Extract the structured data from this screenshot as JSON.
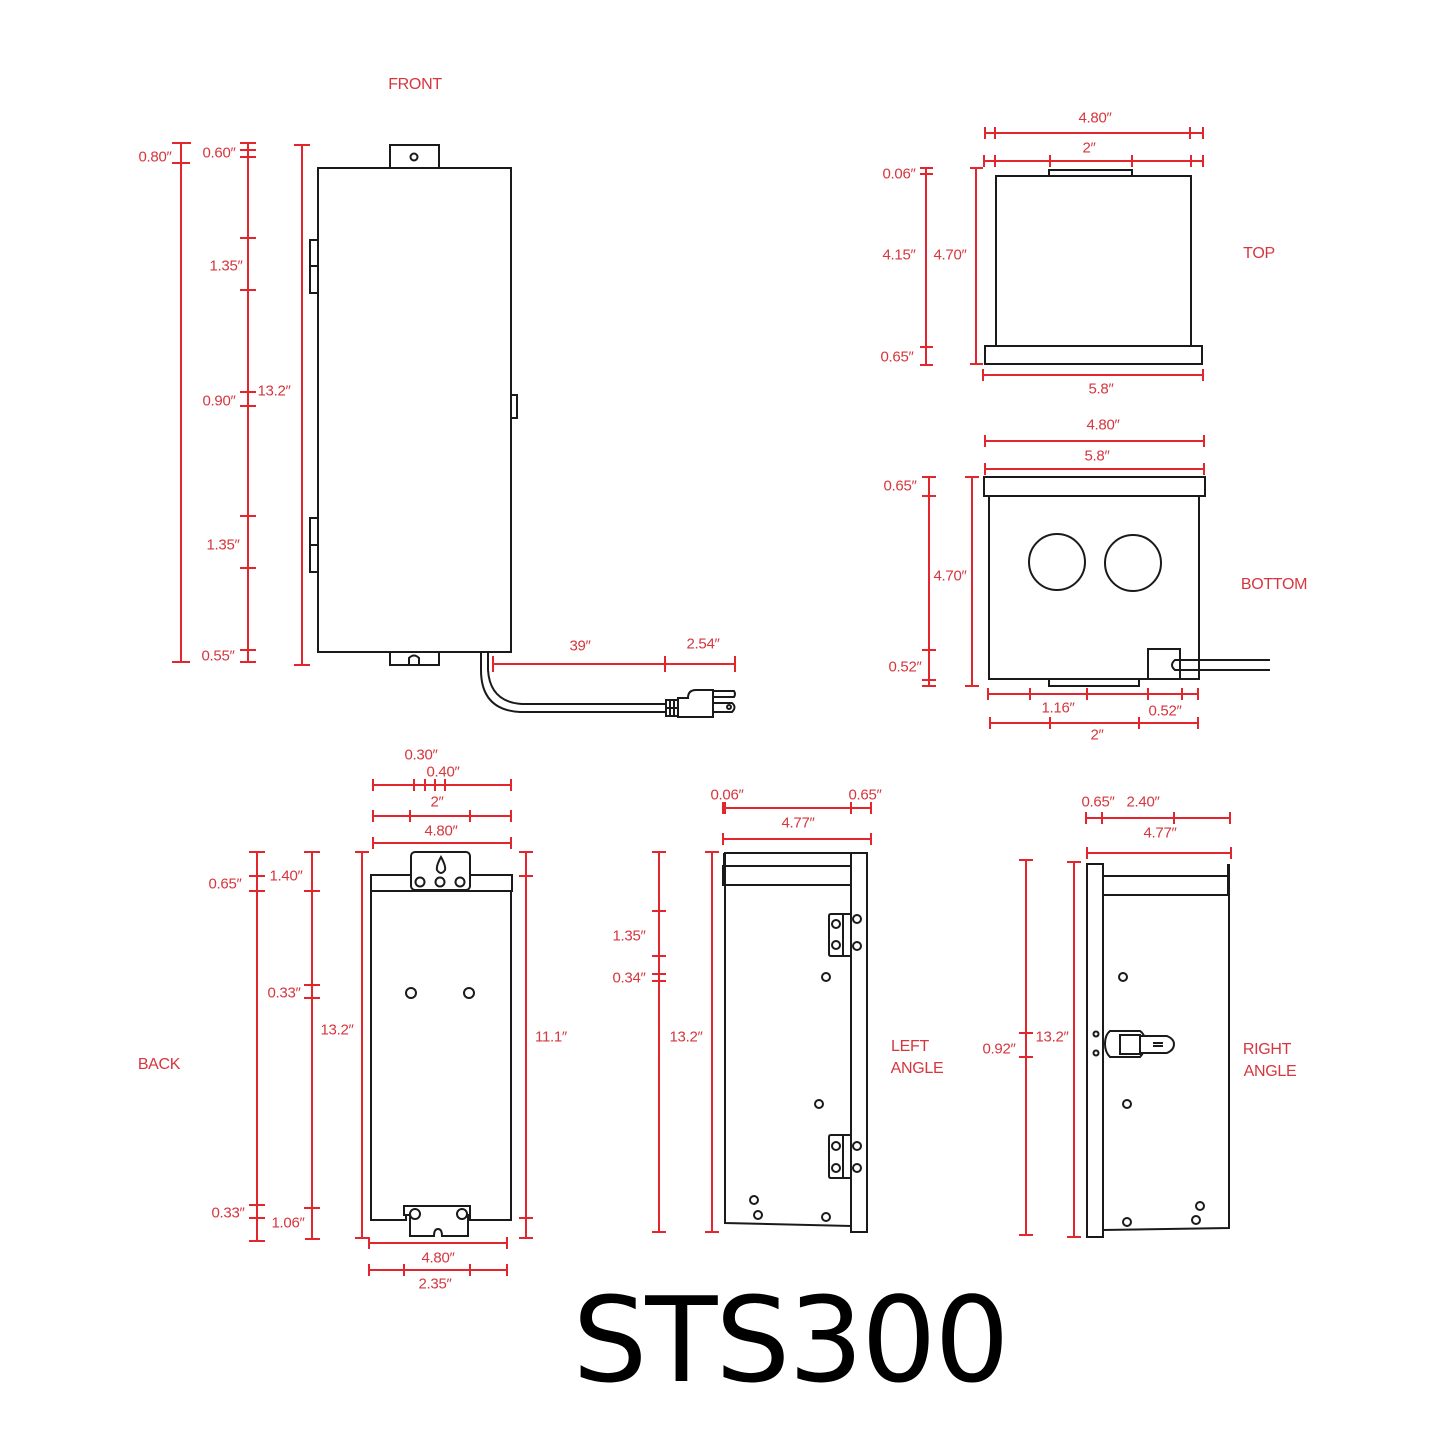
{
  "title": "STS300",
  "colors": {
    "dimension": "#e3262e",
    "label": "#d6363d",
    "outline": "#1a1a1a",
    "background": "#ffffff"
  },
  "views": {
    "front": {
      "label": "FRONT",
      "dims": {
        "top_tab": "0.80″",
        "top_gap": "0.60″",
        "hinge_top": "1.35″",
        "latch": "0.90″",
        "height": "13.2″",
        "hinge_bottom": "1.35″",
        "bottom": "0.55″",
        "cord": "39″",
        "plug": "2.54″"
      }
    },
    "top": {
      "label": "TOP",
      "dims": {
        "width_outer": "4.80″",
        "tab_width": "2″",
        "tab_height": "0.06″",
        "body": "4.15″",
        "depth": "4.70″",
        "lid": "0.65″",
        "lid_width": "5.8″"
      }
    },
    "bottom": {
      "label": "BOTTOM",
      "dims": {
        "width": "4.80″",
        "lid_width": "5.8″",
        "lid": "0.65″",
        "depth": "4.70″",
        "bottom_gap": "0.52″",
        "hole_offset": "1.16″",
        "cord_offset": "0.52″",
        "tab_width": "2″"
      }
    },
    "back": {
      "label": "BACK",
      "dims": {
        "tab_hole_offset": "0.30″",
        "tab_hole_spacing": "0.40″",
        "tab_width": "2″",
        "width_top": "4.80″",
        "lid": "0.65″",
        "tab_top": "1.40″",
        "hole_gap": "0.33″",
        "height": "13.2″",
        "body_height": "11.1″",
        "bottom_gap": "0.33″",
        "tab_bottom": "1.06″",
        "width_bottom": "4.80″",
        "bottom_tab_width": "2.35″"
      }
    },
    "left_angle": {
      "label_line1": "LEFT",
      "label_line2": "ANGLE",
      "dims": {
        "front_lip": "0.06″",
        "lid": "0.65″",
        "depth": "4.77″",
        "hinge_top": "1.35″",
        "hinge_gap": "0.34″",
        "height": "13.2″"
      }
    },
    "right_angle": {
      "label_line1": "RIGHT",
      "label_line2": "ANGLE",
      "dims": {
        "lid": "0.65″",
        "latch_offset": "2.40″",
        "depth": "4.77″",
        "latch": "0.92″",
        "height": "13.2″"
      }
    }
  }
}
